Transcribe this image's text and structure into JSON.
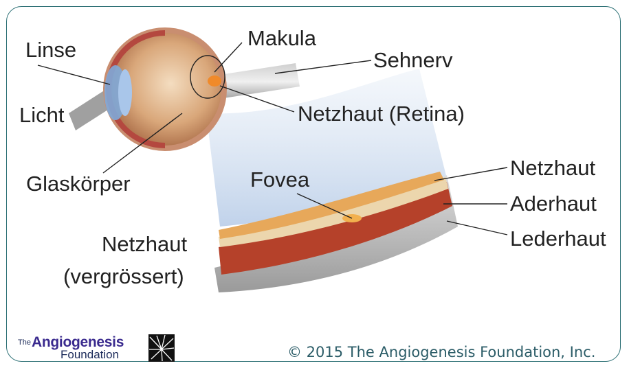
{
  "labels": {
    "linse": "Linse",
    "makula": "Makula",
    "sehnerv": "Sehnerv",
    "licht": "Licht",
    "netzhaut_retina": "Netzhaut (Retina)",
    "glaskoerper": "Glaskörper",
    "fovea": "Fovea",
    "netzhaut": "Netzhaut",
    "aderhaut": "Aderhaut",
    "lederhaut": "Lederhaut",
    "netzhaut_vergroessert_line1": "Netzhaut",
    "netzhaut_vergroessert_line2": "(vergrössert)"
  },
  "footer": {
    "logo_the": "The",
    "logo_main": "Angiogenesis",
    "logo_sub": "Foundation",
    "copyright": "© 2015 The Angiogenesis Foundation, Inc."
  },
  "colors": {
    "frame": "#2b6f74",
    "copyright_text": "#2b5c67",
    "logo_primary": "#3a2a8e"
  }
}
